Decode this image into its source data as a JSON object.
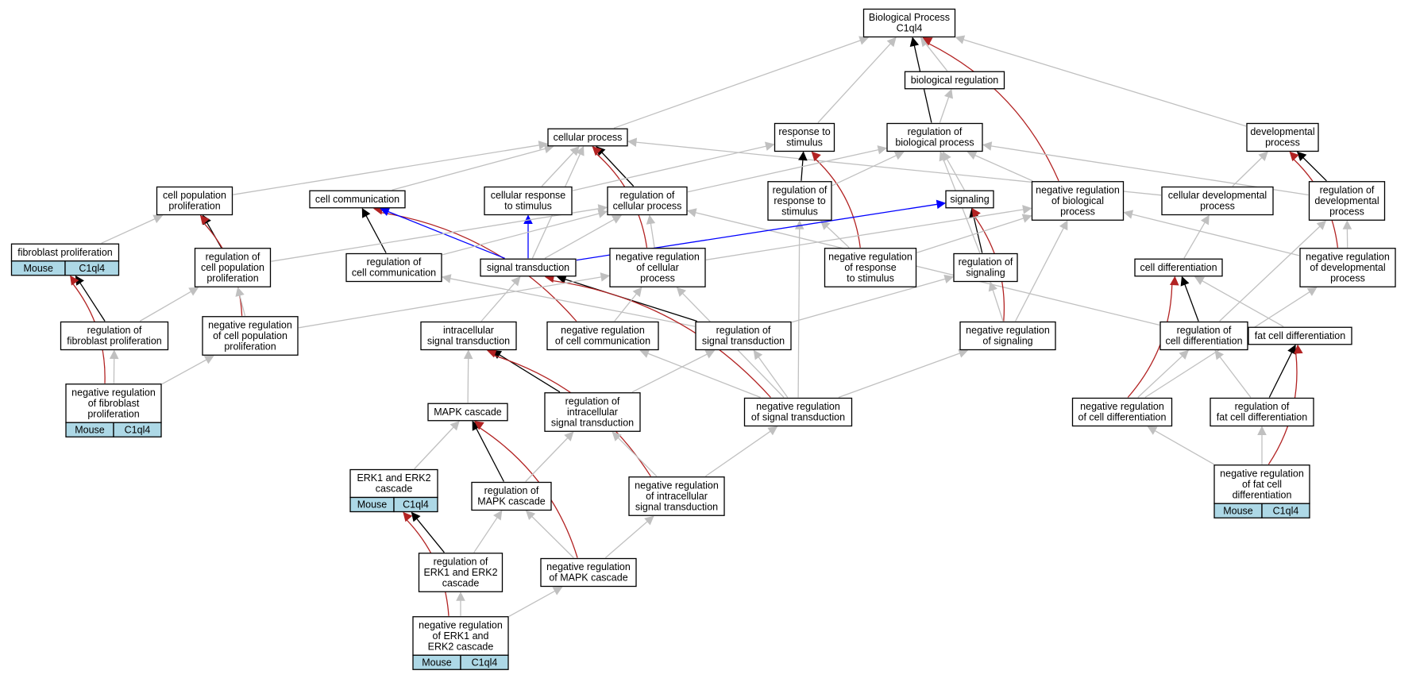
{
  "graph": {
    "title": "Biological Process C1ql4 GO graph",
    "colors": {
      "is_a": "#c0c0c0",
      "regulates": "#000000",
      "negatively_regulates": "#b22222",
      "part_of": "#0000ff",
      "annotation_fill": "#add8e6"
    },
    "nodes": [
      {
        "id": "bp",
        "lines": [
          "Biological Process",
          "C1ql4"
        ]
      },
      {
        "id": "bioreg",
        "lines": [
          "biological regulation"
        ]
      },
      {
        "id": "cellproc",
        "lines": [
          "cellular process"
        ]
      },
      {
        "id": "resp",
        "lines": [
          "response to",
          "stimulus"
        ]
      },
      {
        "id": "regbio",
        "lines": [
          "regulation of",
          "biological process"
        ]
      },
      {
        "id": "dev",
        "lines": [
          "developmental",
          "process"
        ]
      },
      {
        "id": "cellpop",
        "lines": [
          "cell population",
          "proliferation"
        ]
      },
      {
        "id": "cellcomm",
        "lines": [
          "cell communication"
        ]
      },
      {
        "id": "cellresp",
        "lines": [
          "cellular response",
          "to stimulus"
        ]
      },
      {
        "id": "regcell",
        "lines": [
          "regulation of",
          "cellular process"
        ]
      },
      {
        "id": "regresp",
        "lines": [
          "regulation of",
          "response to",
          "stimulus"
        ]
      },
      {
        "id": "signaling",
        "lines": [
          "signaling"
        ]
      },
      {
        "id": "negbio",
        "lines": [
          "negative regulation",
          "of biological",
          "process"
        ]
      },
      {
        "id": "celldev",
        "lines": [
          "cellular developmental",
          "process"
        ]
      },
      {
        "id": "regdev",
        "lines": [
          "regulation of",
          "developmental",
          "process"
        ]
      },
      {
        "id": "fibro",
        "lines": [
          "fibroblast proliferation"
        ],
        "annotation": [
          "Mouse",
          "C1ql4"
        ]
      },
      {
        "id": "regcellpop",
        "lines": [
          "regulation of",
          "cell population",
          "proliferation"
        ]
      },
      {
        "id": "regcomm",
        "lines": [
          "regulation of",
          "cell communication"
        ]
      },
      {
        "id": "sigtrans",
        "lines": [
          "signal transduction"
        ]
      },
      {
        "id": "negcell",
        "lines": [
          "negative regulation",
          "of cellular",
          "process"
        ]
      },
      {
        "id": "negresp",
        "lines": [
          "negative regulation",
          "of response",
          "to stimulus"
        ]
      },
      {
        "id": "regsig",
        "lines": [
          "regulation of",
          "signaling"
        ]
      },
      {
        "id": "celldiff",
        "lines": [
          "cell differentiation"
        ]
      },
      {
        "id": "negdev",
        "lines": [
          "negative regulation",
          "of developmental",
          "process"
        ]
      },
      {
        "id": "regfibro",
        "lines": [
          "regulation of",
          "fibroblast proliferation"
        ]
      },
      {
        "id": "negcellpop",
        "lines": [
          "negative regulation",
          "of cell population",
          "proliferation"
        ]
      },
      {
        "id": "intra",
        "lines": [
          "intracellular",
          "signal transduction"
        ]
      },
      {
        "id": "negcomm",
        "lines": [
          "negative regulation",
          "of cell communication"
        ]
      },
      {
        "id": "regsigtrans",
        "lines": [
          "regulation of",
          "signal transduction"
        ]
      },
      {
        "id": "negsig",
        "lines": [
          "negative regulation",
          "of signaling"
        ]
      },
      {
        "id": "regcelldiff",
        "lines": [
          "regulation of",
          "cell differentiation"
        ]
      },
      {
        "id": "fatdiff",
        "lines": [
          "fat cell differentiation"
        ]
      },
      {
        "id": "negfibro",
        "lines": [
          "negative regulation",
          "of fibroblast",
          "proliferation"
        ],
        "annotation": [
          "Mouse",
          "C1ql4"
        ]
      },
      {
        "id": "mapk",
        "lines": [
          "MAPK cascade"
        ]
      },
      {
        "id": "regintra",
        "lines": [
          "regulation of",
          "intracellular",
          "signal transduction"
        ]
      },
      {
        "id": "negsigtrans",
        "lines": [
          "negative regulation",
          "of signal transduction"
        ]
      },
      {
        "id": "negcelldiff",
        "lines": [
          "negative regulation",
          "of cell differentiation"
        ]
      },
      {
        "id": "regfat",
        "lines": [
          "regulation of",
          "fat cell differentiation"
        ]
      },
      {
        "id": "erk",
        "lines": [
          "ERK1 and ERK2",
          "cascade"
        ],
        "annotation": [
          "Mouse",
          "C1ql4"
        ]
      },
      {
        "id": "regmapk",
        "lines": [
          "regulation of",
          "MAPK cascade"
        ]
      },
      {
        "id": "negintra",
        "lines": [
          "negative regulation",
          "of intracellular",
          "signal transduction"
        ]
      },
      {
        "id": "negfat",
        "lines": [
          "negative regulation",
          "of fat cell",
          "differentiation"
        ],
        "annotation": [
          "Mouse",
          "C1ql4"
        ]
      },
      {
        "id": "regerk",
        "lines": [
          "regulation of",
          "ERK1 and ERK2",
          "cascade"
        ]
      },
      {
        "id": "negmapk",
        "lines": [
          "negative regulation",
          "of MAPK cascade"
        ]
      },
      {
        "id": "negerk",
        "lines": [
          "negative regulation",
          "of ERK1 and",
          "ERK2 cascade"
        ],
        "annotation": [
          "Mouse",
          "C1ql4"
        ]
      }
    ],
    "edges": [
      {
        "from": "bioreg",
        "to": "bp",
        "type": "is_a"
      },
      {
        "from": "cellproc",
        "to": "bp",
        "type": "is_a"
      },
      {
        "from": "resp",
        "to": "bp",
        "type": "is_a"
      },
      {
        "from": "dev",
        "to": "bp",
        "type": "is_a"
      },
      {
        "from": "regbio",
        "to": "bp",
        "type": "regulates"
      },
      {
        "from": "negbio",
        "to": "bp",
        "type": "negatively_regulates"
      },
      {
        "from": "regbio",
        "to": "bioreg",
        "type": "is_a"
      },
      {
        "from": "cellpop",
        "to": "cellproc",
        "type": "is_a"
      },
      {
        "from": "cellcomm",
        "to": "cellproc",
        "type": "is_a"
      },
      {
        "from": "cellresp",
        "to": "cellproc",
        "type": "is_a"
      },
      {
        "from": "regcell",
        "to": "cellproc",
        "type": "regulates"
      },
      {
        "from": "negcell",
        "to": "cellproc",
        "type": "negatively_regulates"
      },
      {
        "from": "sigtrans",
        "to": "cellproc",
        "type": "is_a"
      },
      {
        "from": "celldev",
        "to": "cellproc",
        "type": "is_a"
      },
      {
        "from": "cellresp",
        "to": "resp",
        "type": "is_a"
      },
      {
        "from": "regresp",
        "to": "resp",
        "type": "regulates"
      },
      {
        "from": "negresp",
        "to": "resp",
        "type": "negatively_regulates"
      },
      {
        "from": "regcell",
        "to": "regbio",
        "type": "is_a"
      },
      {
        "from": "regresp",
        "to": "regbio",
        "type": "is_a"
      },
      {
        "from": "negbio",
        "to": "regbio",
        "type": "is_a"
      },
      {
        "from": "regsig",
        "to": "regbio",
        "type": "is_a"
      },
      {
        "from": "regdev",
        "to": "regbio",
        "type": "is_a"
      },
      {
        "from": "signaling",
        "to": "regbio",
        "type": "is_a"
      },
      {
        "from": "celldev",
        "to": "dev",
        "type": "is_a"
      },
      {
        "from": "regdev",
        "to": "dev",
        "type": "regulates"
      },
      {
        "from": "negdev",
        "to": "dev",
        "type": "negatively_regulates"
      },
      {
        "from": "fibro",
        "to": "cellpop",
        "type": "is_a"
      },
      {
        "from": "regcellpop",
        "to": "cellpop",
        "type": "regulates"
      },
      {
        "from": "negcellpop",
        "to": "cellpop",
        "type": "negatively_regulates"
      },
      {
        "from": "regcomm",
        "to": "cellcomm",
        "type": "regulates"
      },
      {
        "from": "negcomm",
        "to": "cellcomm",
        "type": "negatively_regulates"
      },
      {
        "from": "sigtrans",
        "to": "cellcomm",
        "type": "part_of"
      },
      {
        "from": "sigtrans",
        "to": "cellresp",
        "type": "part_of"
      },
      {
        "from": "regcellpop",
        "to": "regcell",
        "type": "is_a"
      },
      {
        "from": "regcomm",
        "to": "regcell",
        "type": "is_a"
      },
      {
        "from": "negcell",
        "to": "regcell",
        "type": "is_a"
      },
      {
        "from": "sigtrans",
        "to": "regcell",
        "type": "is_a"
      },
      {
        "from": "regcelldiff",
        "to": "regcell",
        "type": "is_a"
      },
      {
        "from": "negresp",
        "to": "regresp",
        "type": "is_a"
      },
      {
        "from": "negsigtrans",
        "to": "regresp",
        "type": "is_a"
      },
      {
        "from": "regsig",
        "to": "signaling",
        "type": "regulates"
      },
      {
        "from": "negsig",
        "to": "signaling",
        "type": "negatively_regulates"
      },
      {
        "from": "sigtrans",
        "to": "signaling",
        "type": "part_of"
      },
      {
        "from": "negcell",
        "to": "negbio",
        "type": "is_a"
      },
      {
        "from": "negresp",
        "to": "negbio",
        "type": "is_a"
      },
      {
        "from": "negsig",
        "to": "negbio",
        "type": "is_a"
      },
      {
        "from": "negdev",
        "to": "negbio",
        "type": "is_a"
      },
      {
        "from": "celldiff",
        "to": "celldev",
        "type": "is_a"
      },
      {
        "from": "regcelldiff",
        "to": "regdev",
        "type": "is_a"
      },
      {
        "from": "negdev",
        "to": "regdev",
        "type": "is_a"
      },
      {
        "from": "regfibro",
        "to": "fibro",
        "type": "regulates"
      },
      {
        "from": "negfibro",
        "to": "fibro",
        "type": "negatively_regulates"
      },
      {
        "from": "regfibro",
        "to": "regcellpop",
        "type": "is_a"
      },
      {
        "from": "negcellpop",
        "to": "regcellpop",
        "type": "is_a"
      },
      {
        "from": "regsigtrans",
        "to": "regcomm",
        "type": "is_a"
      },
      {
        "from": "intra",
        "to": "sigtrans",
        "type": "is_a"
      },
      {
        "from": "regsigtrans",
        "to": "sigtrans",
        "type": "regulates"
      },
      {
        "from": "negsigtrans",
        "to": "sigtrans",
        "type": "negatively_regulates"
      },
      {
        "from": "negcomm",
        "to": "negcell",
        "type": "is_a"
      },
      {
        "from": "negcellpop",
        "to": "negcell",
        "type": "is_a"
      },
      {
        "from": "negsigtrans",
        "to": "negcell",
        "type": "is_a"
      },
      {
        "from": "negsig",
        "to": "regsig",
        "type": "is_a"
      },
      {
        "from": "regsigtrans",
        "to": "regsig",
        "type": "is_a"
      },
      {
        "from": "regcelldiff",
        "to": "celldiff",
        "type": "regulates"
      },
      {
        "from": "negcelldiff",
        "to": "celldiff",
        "type": "negatively_regulates"
      },
      {
        "from": "fatdiff",
        "to": "celldiff",
        "type": "is_a"
      },
      {
        "from": "negcelldiff",
        "to": "negdev",
        "type": "is_a"
      },
      {
        "from": "negfibro",
        "to": "regfibro",
        "type": "is_a"
      },
      {
        "from": "negfibro",
        "to": "negcellpop",
        "type": "is_a"
      },
      {
        "from": "mapk",
        "to": "intra",
        "type": "is_a"
      },
      {
        "from": "regintra",
        "to": "intra",
        "type": "regulates"
      },
      {
        "from": "negintra",
        "to": "intra",
        "type": "negatively_regulates"
      },
      {
        "from": "negsigtrans",
        "to": "negcomm",
        "type": "is_a"
      },
      {
        "from": "regintra",
        "to": "regsigtrans",
        "type": "is_a"
      },
      {
        "from": "negsigtrans",
        "to": "regsigtrans",
        "type": "is_a"
      },
      {
        "from": "negsigtrans",
        "to": "negsig",
        "type": "is_a"
      },
      {
        "from": "negcelldiff",
        "to": "regcelldiff",
        "type": "is_a"
      },
      {
        "from": "regfat",
        "to": "regcelldiff",
        "type": "is_a"
      },
      {
        "from": "regfat",
        "to": "fatdiff",
        "type": "regulates"
      },
      {
        "from": "negfat",
        "to": "fatdiff",
        "type": "negatively_regulates"
      },
      {
        "from": "erk",
        "to": "mapk",
        "type": "is_a"
      },
      {
        "from": "regmapk",
        "to": "mapk",
        "type": "regulates"
      },
      {
        "from": "negmapk",
        "to": "mapk",
        "type": "negatively_regulates"
      },
      {
        "from": "regmapk",
        "to": "regintra",
        "type": "is_a"
      },
      {
        "from": "negintra",
        "to": "regintra",
        "type": "is_a"
      },
      {
        "from": "negintra",
        "to": "negsigtrans",
        "type": "is_a"
      },
      {
        "from": "negfat",
        "to": "negcelldiff",
        "type": "is_a"
      },
      {
        "from": "negfat",
        "to": "regfat",
        "type": "is_a"
      },
      {
        "from": "regerk",
        "to": "erk",
        "type": "regulates"
      },
      {
        "from": "negerk",
        "to": "erk",
        "type": "negatively_regulates"
      },
      {
        "from": "regerk",
        "to": "regmapk",
        "type": "is_a"
      },
      {
        "from": "negmapk",
        "to": "regmapk",
        "type": "is_a"
      },
      {
        "from": "negmapk",
        "to": "negintra",
        "type": "is_a"
      },
      {
        "from": "negerk",
        "to": "regerk",
        "type": "is_a"
      },
      {
        "from": "negerk",
        "to": "negmapk",
        "type": "is_a"
      }
    ]
  }
}
